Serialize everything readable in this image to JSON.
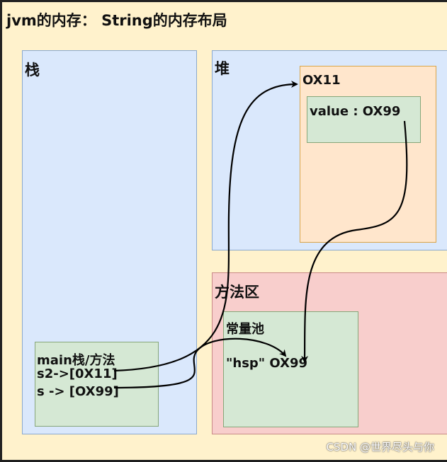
{
  "title": "jvm的内存：  String的内存布局",
  "regions": {
    "stack_label": "栈",
    "heap_label": "堆",
    "method_area_label": "方法区"
  },
  "heap_object": {
    "address": "OX11",
    "field": "value : OX99"
  },
  "constant_pool": {
    "label": "常量池",
    "entry": "\"hsp\" OX99"
  },
  "main_frame": {
    "label": "main栈/方法",
    "s2": "s2->[0X11]",
    "s": "s -> [OX99]"
  },
  "watermark": "CSDN @世界尽头与你"
}
